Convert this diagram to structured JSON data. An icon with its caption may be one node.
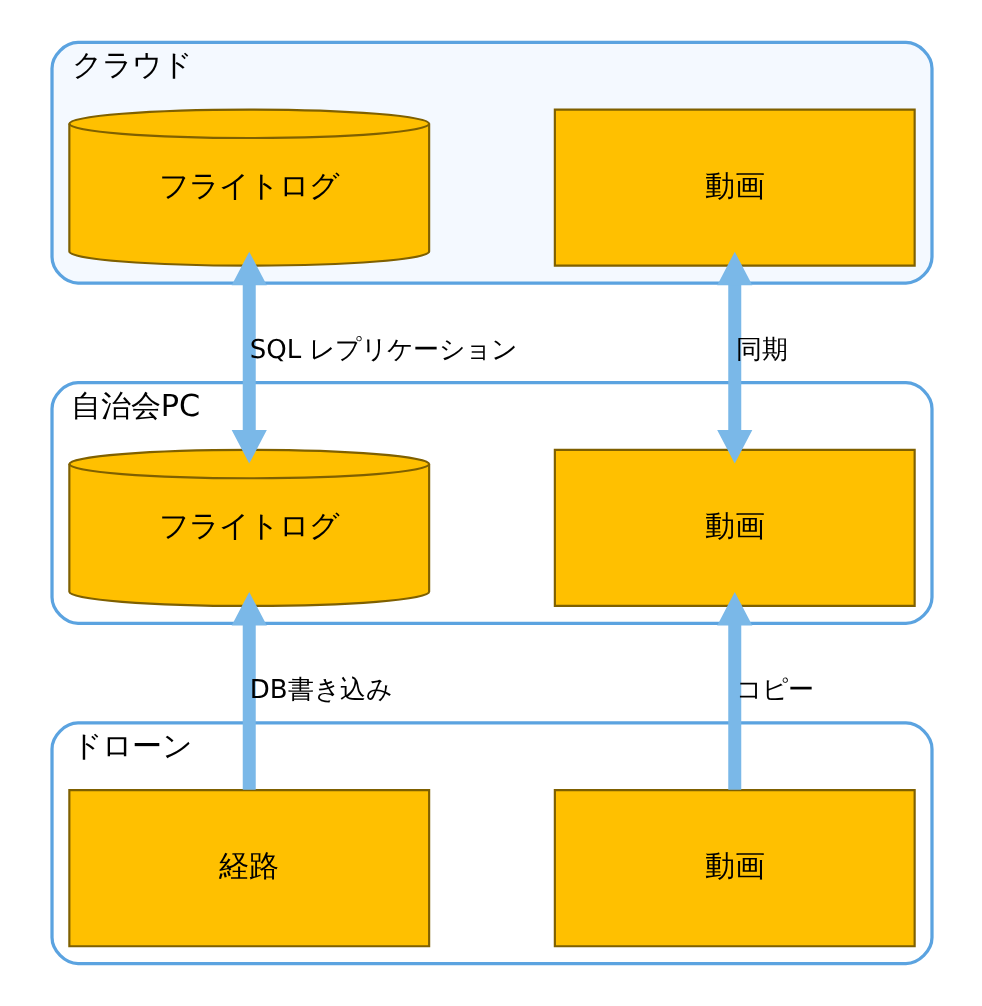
{
  "diagram": {
    "nodes": [
      {
        "text": [
          "クラウド"
        ]
      },
      {
        "text": [
          "フライトログ"
        ],
        "in": 0
      },
      {
        "text": [
          "動画"
        ],
        "in": 0
      },
      {
        "text": [
          "自治会PC"
        ]
      },
      {
        "text": [
          "フライトログ"
        ],
        "in": 3
      },
      {
        "text": [
          "動画"
        ],
        "in": 3
      },
      {
        "text": [
          "ドローン"
        ]
      },
      {
        "text": [
          "経路"
        ],
        "in": 6
      },
      {
        "text": [
          "動画"
        ],
        "in": 6
      }
    ],
    "edges": [
      {
        "from": 4,
        "to": 1,
        "arrow": "both",
        "label": "SQL レプリケーション"
      },
      {
        "from": 5,
        "to": 2,
        "arrow": "both",
        "label": "同期"
      },
      {
        "from": 7,
        "to": 4,
        "arrow": "to",
        "label": "DB書き込み"
      },
      {
        "from": 8,
        "to": 5,
        "arrow": "to",
        "label": "コピー"
      }
    ]
  }
}
